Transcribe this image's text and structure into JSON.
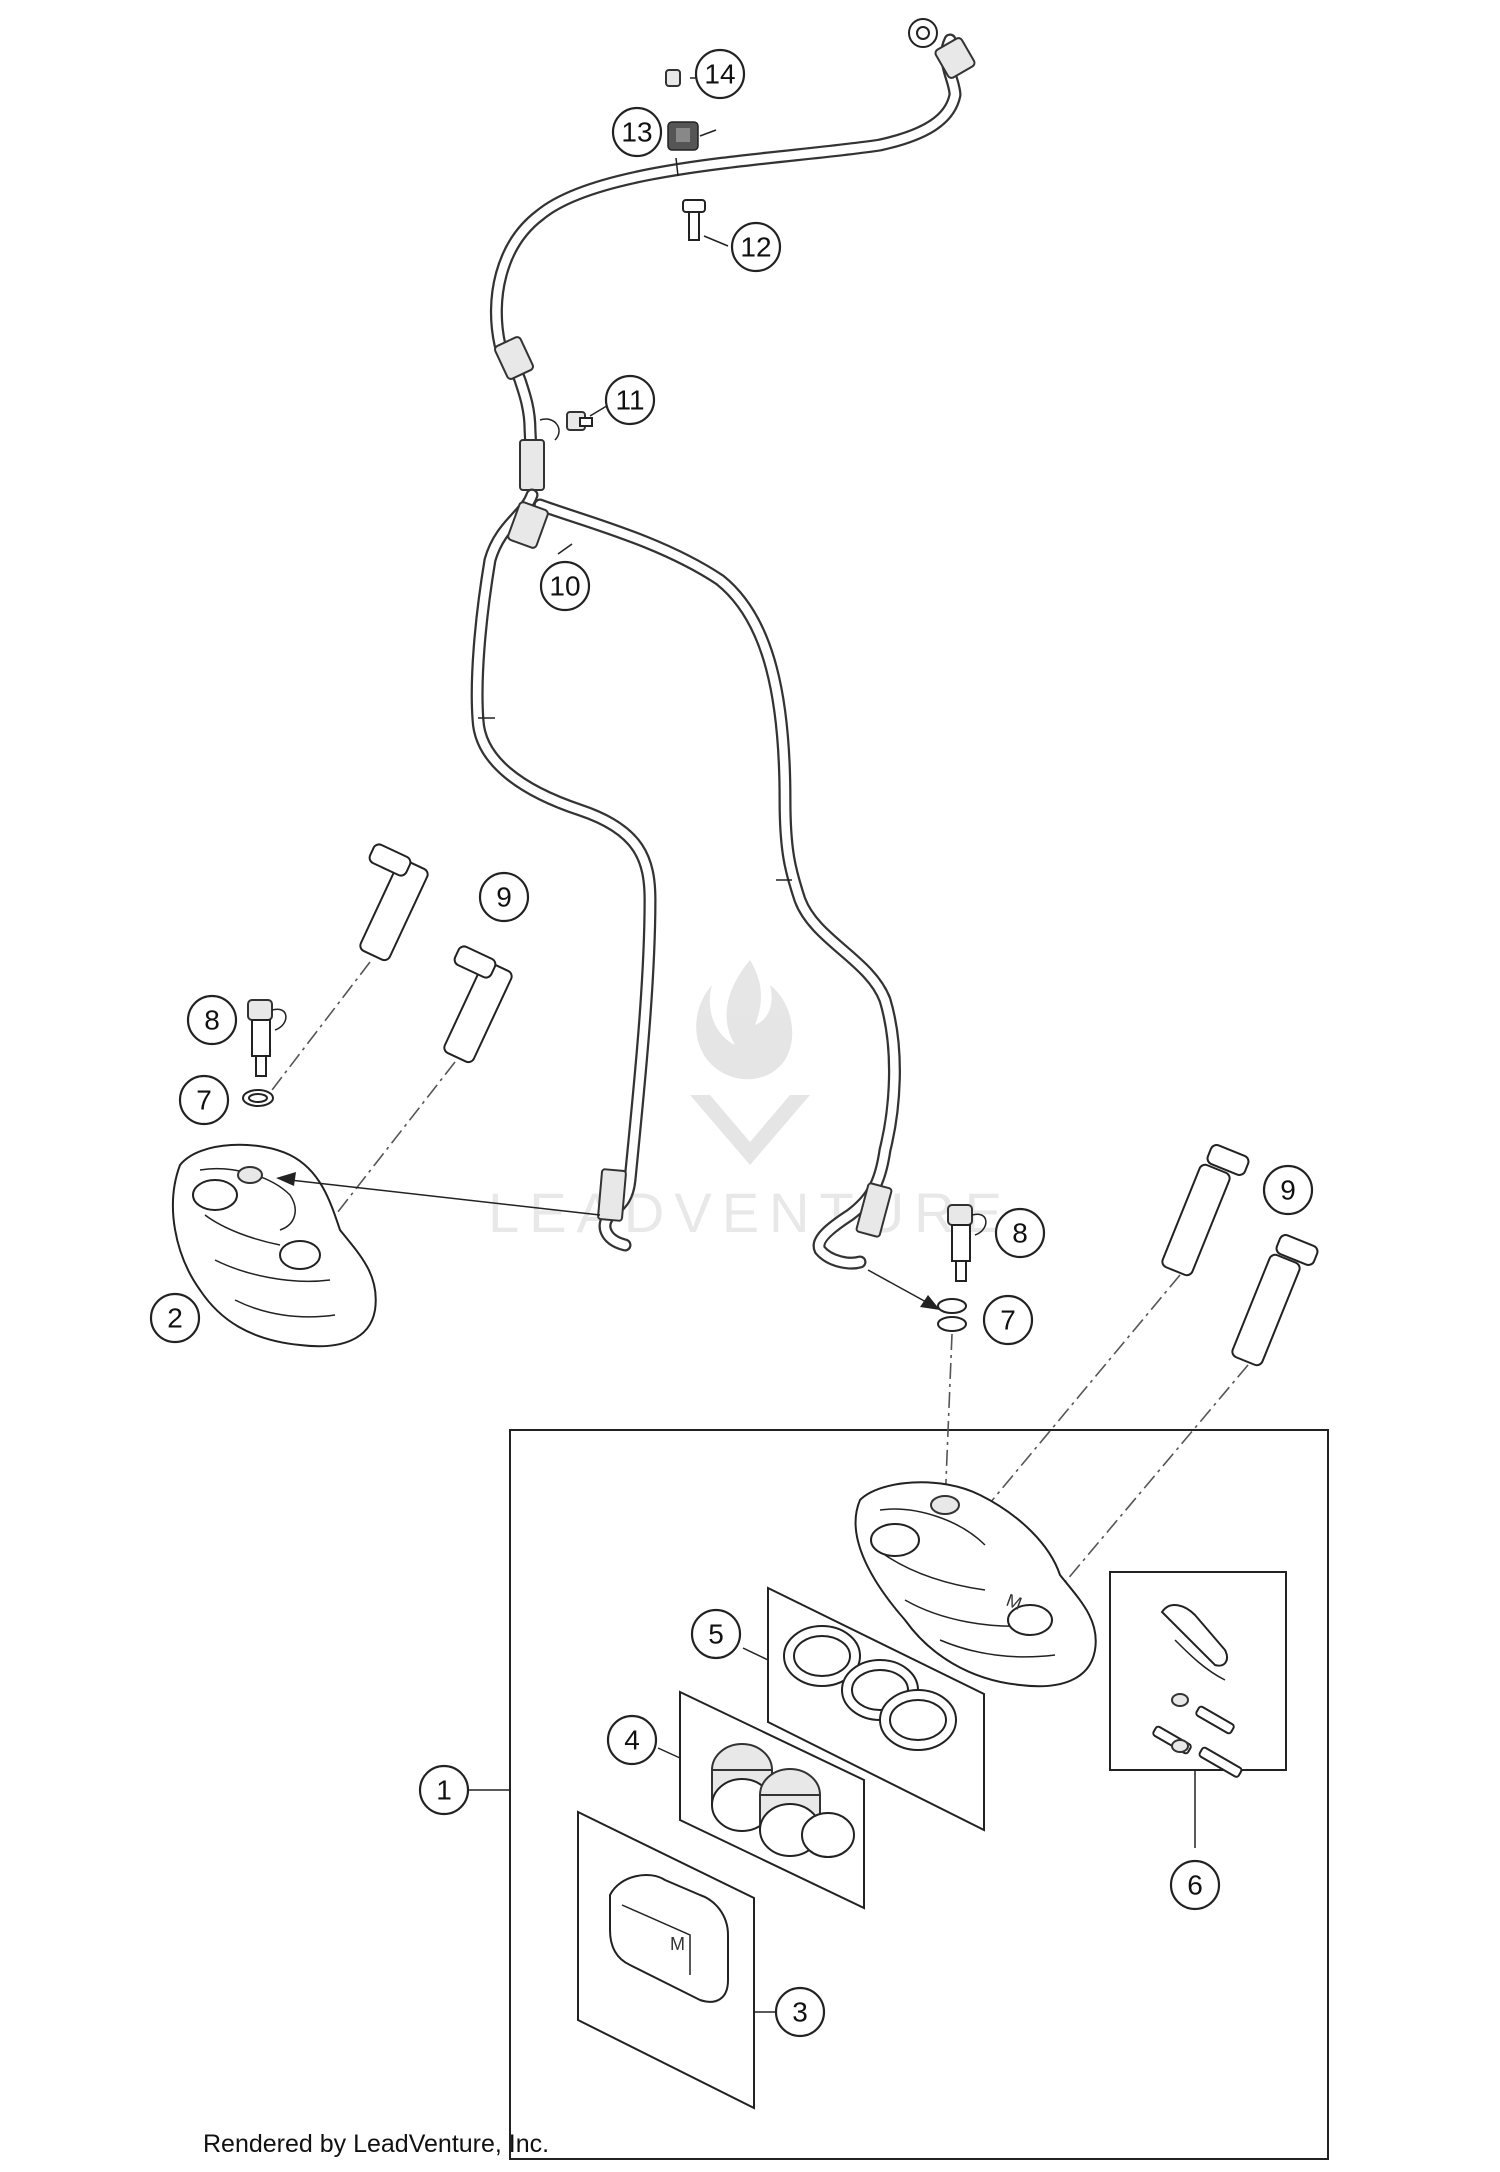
{
  "diagram": {
    "watermark_text": "LEADVENTURE",
    "callouts": [
      {
        "id": "c14",
        "label": "14"
      },
      {
        "id": "c13",
        "label": "13"
      },
      {
        "id": "c12",
        "label": "12"
      },
      {
        "id": "c11",
        "label": "11"
      },
      {
        "id": "c10",
        "label": "10"
      },
      {
        "id": "c9a",
        "label": "9"
      },
      {
        "id": "c8a",
        "label": "8"
      },
      {
        "id": "c7a",
        "label": "7"
      },
      {
        "id": "c2",
        "label": "2"
      },
      {
        "id": "c9b",
        "label": "9"
      },
      {
        "id": "c8b",
        "label": "8"
      },
      {
        "id": "c7b",
        "label": "7"
      },
      {
        "id": "c5",
        "label": "5"
      },
      {
        "id": "c4",
        "label": "4"
      },
      {
        "id": "c1",
        "label": "1"
      },
      {
        "id": "c6",
        "label": "6"
      },
      {
        "id": "c3",
        "label": "3"
      }
    ]
  },
  "footer": {
    "credit": "Rendered by LeadVenture, Inc."
  }
}
